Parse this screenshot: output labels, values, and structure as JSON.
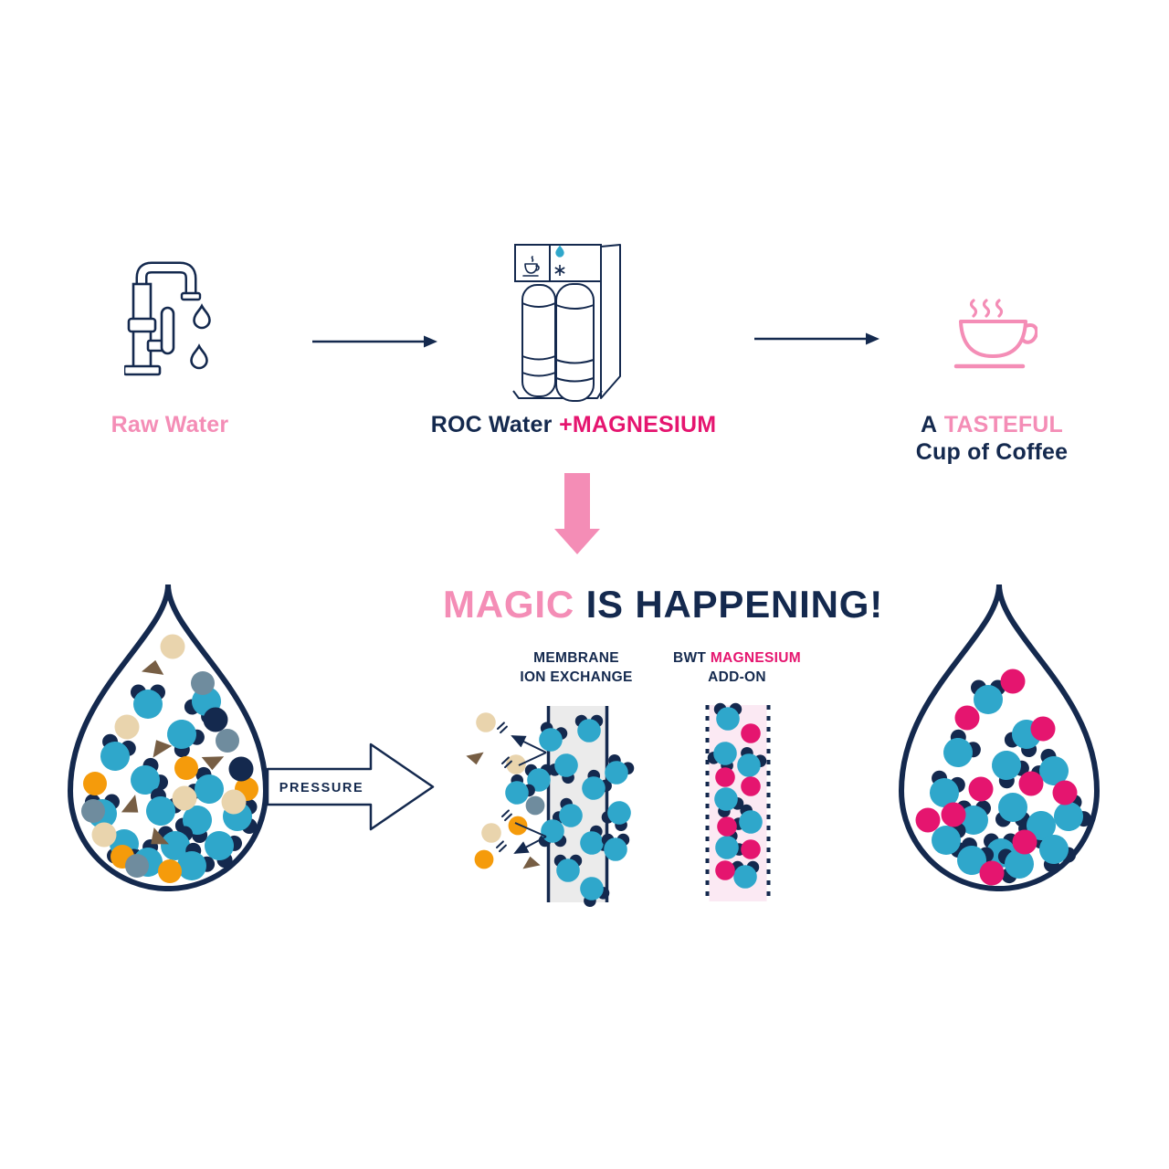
{
  "colors": {
    "navy": "#14294E",
    "cyan": "#2FA7CB",
    "pink": "#F48DB6",
    "magenta": "#E5156F",
    "orange": "#F59B0B",
    "tan": "#E9D4AD",
    "gray_blue": "#6F8C9E",
    "brown": "#775E44",
    "membrane_bg": "#EBEBEB",
    "addon_bg": "#FBE9F3"
  },
  "flow": {
    "source": {
      "label": "Raw Water"
    },
    "machine": {
      "label_main": "ROC Water",
      "label_accent": "+MAGNESIUM"
    },
    "result": {
      "line1_prefix": "A",
      "line1_accent": "TASTEFUL",
      "line2": "Cup of Coffee"
    }
  },
  "magic": {
    "title_accent": "MAGIC",
    "title_rest": "IS HAPPENING!"
  },
  "process": {
    "pressure_label": "PRESSURE",
    "membrane": {
      "line1": "MEMBRANE",
      "line2": "ION EXCHANGE"
    },
    "addon": {
      "line1_prefix": "BWT",
      "line1_accent": "MAGNESIUM",
      "line2": "ADD-ON"
    }
  },
  "particles": {
    "raw_drop": [
      [
        "water",
        98,
        135,
        0
      ],
      [
        "water",
        162,
        132,
        210
      ],
      [
        "water",
        135,
        168,
        140
      ],
      [
        "water",
        62,
        192,
        20
      ],
      [
        "water",
        95,
        218,
        60
      ],
      [
        "water",
        165,
        228,
        300
      ],
      [
        "water",
        48,
        255,
        0
      ],
      [
        "water",
        112,
        252,
        30
      ],
      [
        "water",
        152,
        262,
        210
      ],
      [
        "water",
        196,
        258,
        90
      ],
      [
        "water",
        72,
        288,
        180
      ],
      [
        "water",
        128,
        290,
        0
      ],
      [
        "water",
        176,
        290,
        120
      ],
      [
        "water",
        98,
        308,
        330
      ],
      [
        "water",
        146,
        312,
        45
      ],
      [
        "orange",
        40,
        222
      ],
      [
        "orange",
        140,
        205
      ],
      [
        "orange",
        206,
        228
      ],
      [
        "orange",
        70,
        302
      ],
      [
        "orange",
        122,
        318
      ],
      [
        "tan",
        125,
        72
      ],
      [
        "tan",
        75,
        160
      ],
      [
        "tan",
        192,
        242
      ],
      [
        "tan",
        50,
        278
      ],
      [
        "tan",
        138,
        238
      ],
      [
        "grayblue",
        158,
        112
      ],
      [
        "grayblue",
        185,
        175
      ],
      [
        "grayblue",
        38,
        252
      ],
      [
        "grayblue",
        86,
        312
      ],
      [
        "navy",
        172,
        152
      ],
      [
        "navy",
        200,
        206
      ],
      [
        "brown",
        105,
        96,
        200
      ],
      [
        "brown",
        112,
        182,
        160
      ],
      [
        "brown",
        168,
        198,
        10
      ],
      [
        "brown",
        80,
        248,
        320
      ],
      [
        "brown",
        108,
        282,
        60
      ]
    ],
    "membrane": [
      [
        "tan",
        32,
        33
      ],
      [
        "brown",
        20,
        72,
        0
      ],
      [
        "tan",
        65,
        79
      ],
      [
        "water",
        90,
        96,
        0
      ],
      [
        "water",
        66,
        110,
        40
      ],
      [
        "grayblue",
        86,
        124
      ],
      [
        "orange",
        67,
        146
      ],
      [
        "tan",
        38,
        154
      ],
      [
        "orange",
        30,
        183
      ],
      [
        "brown",
        82,
        187,
        180
      ],
      [
        "water",
        103,
        52,
        20
      ],
      [
        "water",
        145,
        42,
        0
      ],
      [
        "water",
        120,
        80,
        210
      ],
      [
        "water",
        150,
        105,
        40
      ],
      [
        "water",
        125,
        135,
        300
      ],
      [
        "water",
        105,
        152,
        180
      ],
      [
        "water",
        148,
        165,
        60
      ],
      [
        "water",
        122,
        195,
        0
      ],
      [
        "water",
        148,
        215,
        150
      ],
      [
        "water",
        175,
        88,
        30
      ],
      [
        "water",
        178,
        132,
        210
      ],
      [
        "water",
        174,
        172,
        0
      ]
    ],
    "addon": [
      [
        "water",
        27,
        22,
        0
      ],
      [
        "water",
        24,
        60,
        210
      ],
      [
        "water",
        50,
        73,
        30
      ],
      [
        "water",
        25,
        110,
        150
      ],
      [
        "water",
        52,
        135,
        300
      ],
      [
        "water",
        26,
        163,
        60
      ],
      [
        "water",
        46,
        195,
        0
      ],
      [
        "mg",
        52,
        38
      ],
      [
        "mg",
        24,
        86
      ],
      [
        "mg",
        52,
        96
      ],
      [
        "mg",
        26,
        140
      ],
      [
        "mg",
        52,
        165
      ],
      [
        "mg",
        24,
        188
      ]
    ],
    "clean_drop": [
      [
        "water",
        108,
        130,
        0
      ],
      [
        "water",
        150,
        168,
        210
      ],
      [
        "water",
        75,
        188,
        40
      ],
      [
        "water",
        128,
        202,
        140
      ],
      [
        "water",
        180,
        208,
        300
      ],
      [
        "water",
        60,
        232,
        20
      ],
      [
        "water",
        135,
        248,
        180
      ],
      [
        "water",
        196,
        258,
        60
      ],
      [
        "water",
        92,
        262,
        0
      ],
      [
        "water",
        166,
        268,
        220
      ],
      [
        "water",
        62,
        284,
        90
      ],
      [
        "water",
        122,
        298,
        0
      ],
      [
        "water",
        180,
        294,
        150
      ],
      [
        "water",
        90,
        306,
        30
      ],
      [
        "water",
        142,
        310,
        260
      ],
      [
        "mg",
        135,
        110
      ],
      [
        "mg",
        85,
        150
      ],
      [
        "mg",
        168,
        162
      ],
      [
        "mg",
        100,
        228
      ],
      [
        "mg",
        155,
        222
      ],
      [
        "mg",
        42,
        262
      ],
      [
        "mg",
        148,
        286
      ],
      [
        "mg",
        192,
        232
      ],
      [
        "mg",
        70,
        256
      ],
      [
        "mg",
        112,
        320
      ]
    ]
  }
}
